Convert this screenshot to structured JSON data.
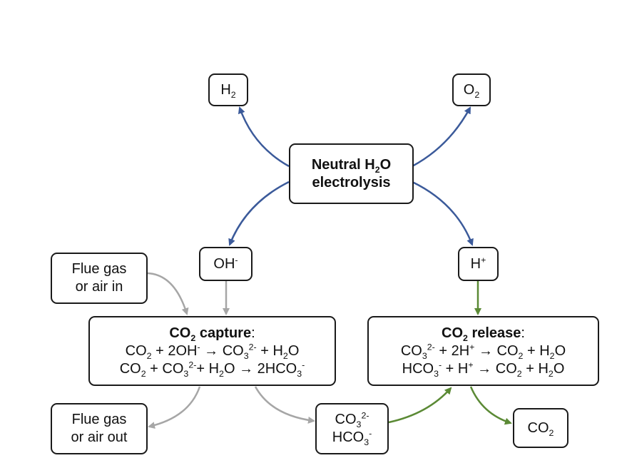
{
  "colors": {
    "electrolysis_arrow": "#3b5a9a",
    "capture_arrow": "#a6a6a6",
    "release_arrow": "#5b8a35",
    "box_border": "#1a1a1a"
  },
  "nodes": {
    "h2": {
      "base": "H",
      "sub": "2"
    },
    "o2": {
      "base": "O",
      "sub": "2"
    },
    "electrolysis": {
      "line1_pre": "Neutral H",
      "line1_sub": "2",
      "line1_post": "O",
      "line2": "electrolysis"
    },
    "oh": {
      "base": "OH",
      "sup": "-"
    },
    "hplus": {
      "base": "H",
      "sup": "+"
    },
    "flue_in": {
      "line1": "Flue gas",
      "line2": "or air in"
    },
    "flue_out": {
      "line1": "Flue gas",
      "line2": "or air out"
    },
    "capture": {
      "title_pre": "CO",
      "title_sub": "2",
      "title_post": " capture",
      "title_colon": ":",
      "eq1": {
        "a": "CO",
        "a_sub": "2",
        "b": " + 2OH",
        "b_sup": "-",
        "arrow": " → ",
        "c": "CO",
        "c_sub": "3",
        "c_sup": "2-",
        "d": " + H",
        "d_sub": "2",
        "e": "O"
      },
      "eq2": {
        "a": "CO",
        "a_sub": "2",
        "b": " + CO",
        "b_sub": "3",
        "b_sup": "2-",
        "c": "+ H",
        "c_sub": "2",
        "d": "O",
        "arrow": " → ",
        "e": "2HCO",
        "e_sub": "3",
        "e_sup": "-"
      }
    },
    "release": {
      "title_pre": "CO",
      "title_sub": "2",
      "title_post": " release",
      "title_colon": ":",
      "eq1": {
        "a": "CO",
        "a_sub": "3",
        "a_sup": "2-",
        "b": " + 2H",
        "b_sup": "+",
        "arrow": " → ",
        "c": "CO",
        "c_sub": "2",
        "d": " + H",
        "d_sub": "2",
        "e": "O"
      },
      "eq2": {
        "a": "HCO",
        "a_sub": "3",
        "a_sup": "-",
        "b": " + H",
        "b_sup": "+",
        "arrow": " → ",
        "c": "CO",
        "c_sub": "2",
        "d": " + H",
        "d_sub": "2",
        "e": "O"
      }
    },
    "carbonate": {
      "l1": "CO",
      "l1_sub": "3",
      "l1_sup": "2-",
      "l2": "HCO",
      "l2_sub": "3",
      "l2_sup": "-"
    },
    "co2_out": {
      "base": "CO",
      "sub": "2"
    }
  }
}
